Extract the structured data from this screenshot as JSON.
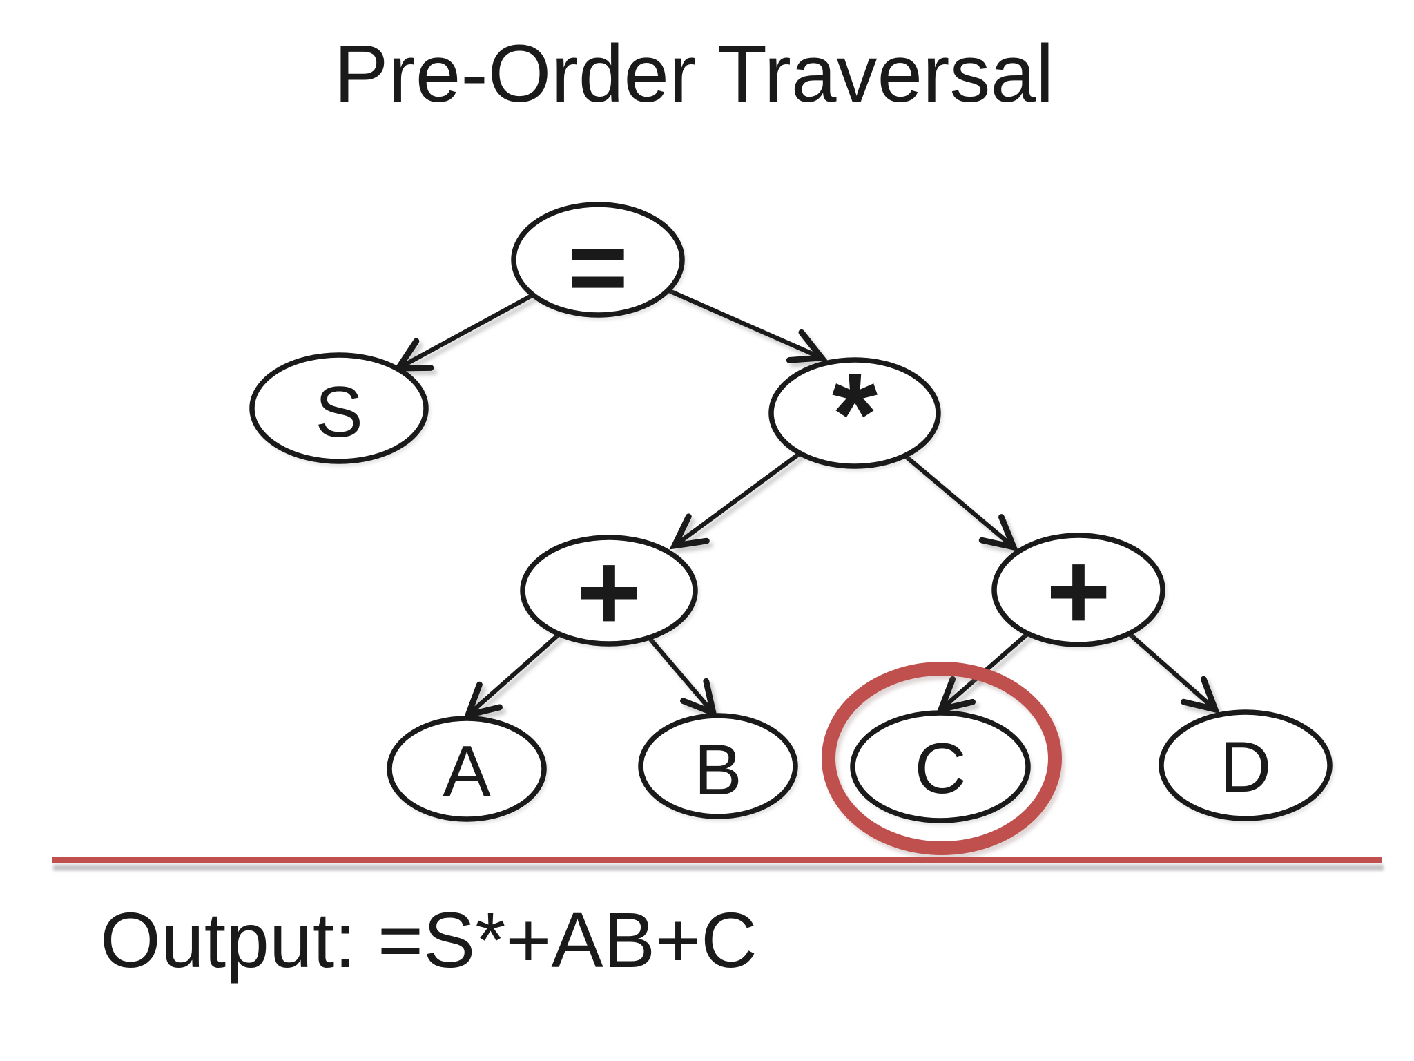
{
  "slide": {
    "title": "Pre-Order Traversal",
    "output_line": "Output: =S*+AB+C"
  },
  "colors": {
    "ink": "#1a1a1a",
    "highlight": "#c0504d",
    "background": "#ffffff"
  },
  "tree": {
    "nodes": [
      {
        "id": "assign",
        "label": "=",
        "type": "operator",
        "highlighted": false
      },
      {
        "id": "s",
        "label": "S",
        "type": "operand",
        "highlighted": false
      },
      {
        "id": "multiply",
        "label": "*",
        "type": "operator",
        "highlighted": false
      },
      {
        "id": "plus-left",
        "label": "+",
        "type": "operator",
        "highlighted": false
      },
      {
        "id": "plus-right",
        "label": "+",
        "type": "operator",
        "highlighted": false
      },
      {
        "id": "a",
        "label": "A",
        "type": "operand",
        "highlighted": false
      },
      {
        "id": "b",
        "label": "B",
        "type": "operand",
        "highlighted": false
      },
      {
        "id": "c",
        "label": "C",
        "type": "operand",
        "highlighted": true
      },
      {
        "id": "d",
        "label": "D",
        "type": "operand",
        "highlighted": false
      }
    ],
    "edges": [
      {
        "from": "assign",
        "to": "s"
      },
      {
        "from": "assign",
        "to": "multiply"
      },
      {
        "from": "multiply",
        "to": "plus-left"
      },
      {
        "from": "multiply",
        "to": "plus-right"
      },
      {
        "from": "plus-left",
        "to": "a"
      },
      {
        "from": "plus-left",
        "to": "b"
      },
      {
        "from": "plus-right",
        "to": "c"
      },
      {
        "from": "plus-right",
        "to": "d"
      }
    ]
  }
}
